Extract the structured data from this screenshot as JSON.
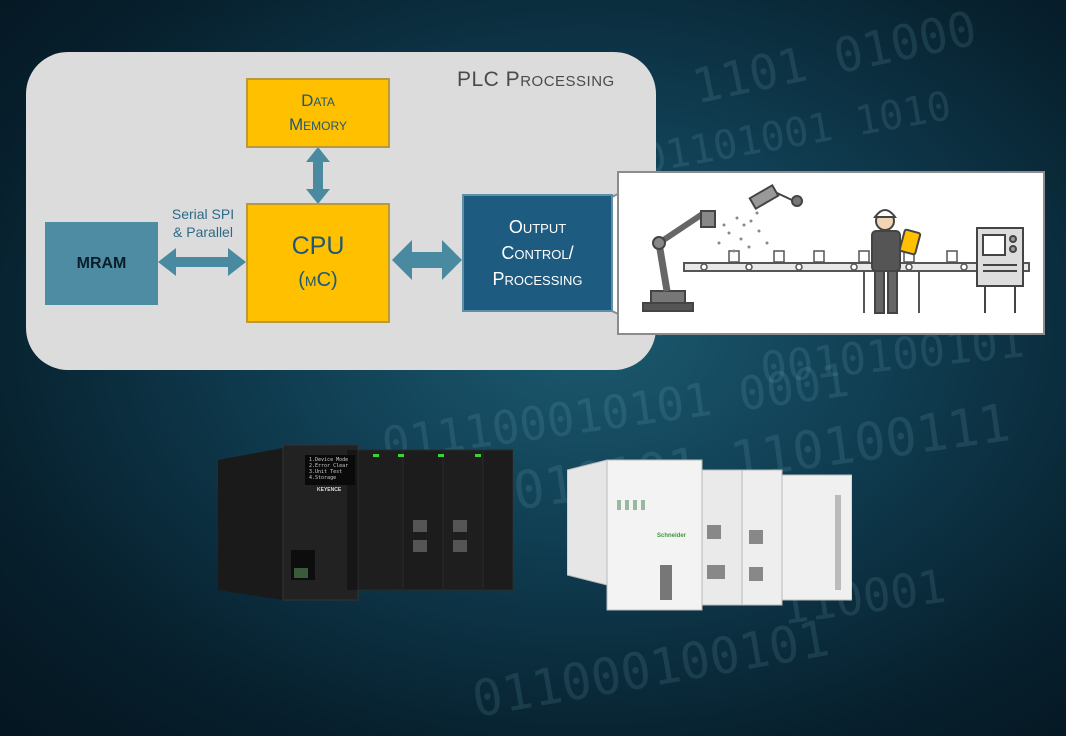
{
  "panel": {
    "title": "PLC Processing"
  },
  "boxes": {
    "data_memory": [
      "Data",
      "Memory"
    ],
    "cpu_main": "CPU",
    "cpu_sub": "(mC)",
    "mram": "MRAM",
    "output": [
      "Output",
      "Control/",
      "Processing"
    ]
  },
  "connector_label": [
    "Serial SPI",
    "& Parallel"
  ],
  "plc_images": {
    "keyence_screen": [
      "1.Device Mode",
      "2.Error Clear",
      "3.Unit Test",
      "4.Storage"
    ],
    "keyence_brand": "KEYENCE",
    "schneider_brand": "Schneider"
  },
  "colors": {
    "panel": "#dcdcdc",
    "yellow": "#ffc000",
    "mram": "#4e8ca3",
    "output": "#1e5b80",
    "arrow": "#4a8aa0"
  }
}
